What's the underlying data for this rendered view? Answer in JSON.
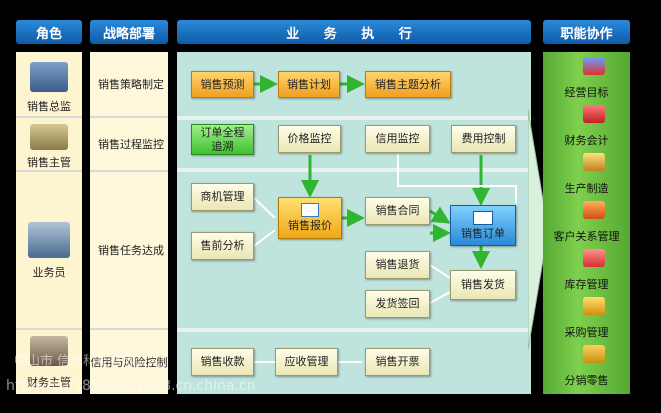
{
  "headers": {
    "role": "角色",
    "strategy": "战略部署",
    "business": "业 务 执 行",
    "function": "职能协作"
  },
  "roles": [
    {
      "label": "销售总监"
    },
    {
      "label": "销售主管"
    },
    {
      "label": "业务员"
    },
    {
      "label": "财务主管"
    }
  ],
  "strategies": [
    {
      "label": "销售策略制定"
    },
    {
      "label": "销售过程监控"
    },
    {
      "label": "销售任务达成"
    },
    {
      "label": "信用与风险控制"
    }
  ],
  "boxes": {
    "forecast": "销售预测",
    "plan": "销售计划",
    "theme": "销售主题分析",
    "trace_l1": "订单全程",
    "trace_l2": "追溯",
    "price_monitor": "价格监控",
    "credit_monitor": "信用监控",
    "expense_control": "费用控制",
    "opportunity": "商机管理",
    "presale": "售前分析",
    "quote": "销售报价",
    "contract": "销售合同",
    "order": "销售订单",
    "return": "销售退货",
    "delivery": "销售发货",
    "receipt": "发货签回",
    "collection": "销售收款",
    "receivable": "应收管理",
    "invoice": "销售开票"
  },
  "functions": [
    {
      "label": "经营目标",
      "icon": "target-icon"
    },
    {
      "label": "财务会计",
      "icon": "finance-icon"
    },
    {
      "label": "生产制造",
      "icon": "manufacturing-icon"
    },
    {
      "label": "客户关系管理",
      "icon": "crm-icon"
    },
    {
      "label": "库存管理",
      "icon": "inventory-icon"
    },
    {
      "label": "采购管理",
      "icon": "purchasing-icon"
    },
    {
      "label": "分销零售",
      "icon": "distribution-icon"
    }
  ],
  "watermark": {
    "line1": "中山市 信息科技有限公司",
    "line2": "https://.ai18898437958.cn.china.cn"
  },
  "colors": {
    "header": "#1a6fc0",
    "business_bg": "#bfe3dd",
    "function_bg": "#66bb40",
    "role_bg": "#fdf4d0"
  }
}
